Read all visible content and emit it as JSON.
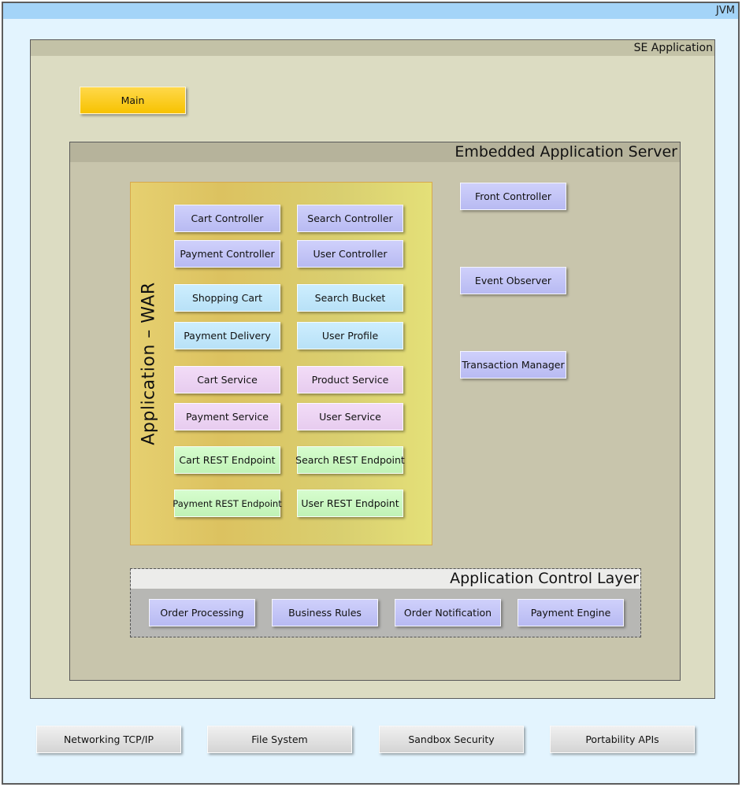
{
  "jvm": {
    "label": "JVM"
  },
  "se_application": {
    "label": "SE Application",
    "main": "Main"
  },
  "embedded_server": {
    "label": "Embedded Application Server",
    "services": [
      "Front Controller",
      "Event Observer",
      "Transaction Manager"
    ]
  },
  "war": {
    "label": "Application – WAR",
    "controllers": [
      "Cart Controller",
      "Search Controller",
      "Payment Controller",
      "User Controller"
    ],
    "models": [
      "Shopping Cart",
      "Search Bucket",
      "Payment Delivery",
      "User Profile"
    ],
    "services": [
      "Cart Service",
      "Product Service",
      "Payment Service",
      "User Service"
    ],
    "endpoints": [
      "Cart REST Endpoint",
      "Search REST Endpoint",
      "Payment REST Endpoint",
      "User REST Endpoint"
    ]
  },
  "control_layer": {
    "label": "Application Control Layer",
    "items": [
      "Order Processing",
      "Business Rules",
      "Order Notification",
      "Payment Engine"
    ]
  },
  "platform": {
    "items": [
      "Networking TCP/IP",
      "File System",
      "Sandbox Security",
      "Portability APIs"
    ]
  },
  "colors": {
    "jvm_bg": "#e3f4fe",
    "se_bg": "#dcdcc2",
    "server_bg": "#c8c5ac",
    "war_bg": "#dcc260",
    "controller": "#c4c5f6",
    "model": "#c2e7fa",
    "service": "#edd4f3",
    "endpoint": "#cbf8c2",
    "main": "#f7c200",
    "platform": "#dedede"
  }
}
